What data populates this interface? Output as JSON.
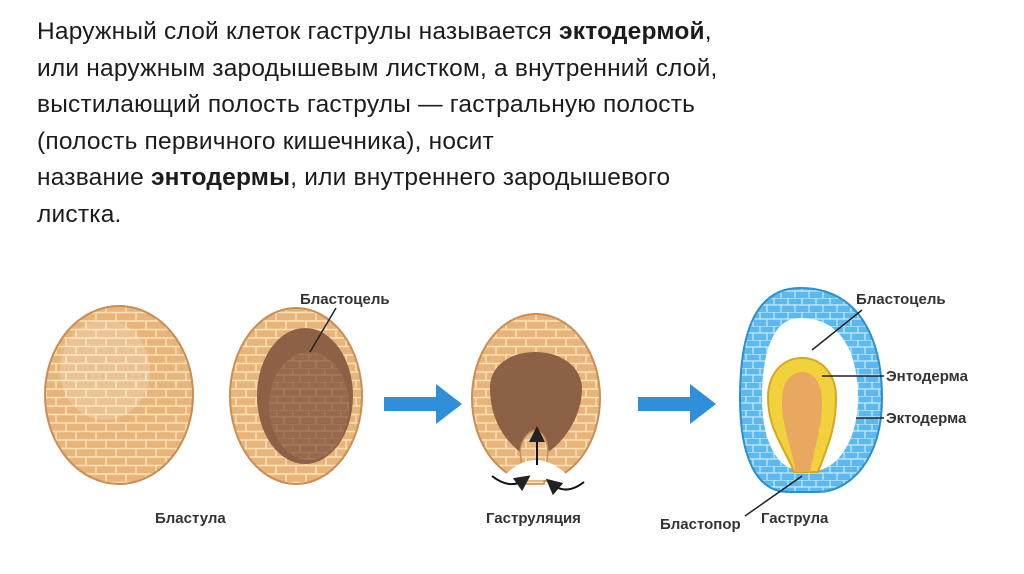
{
  "text": {
    "line1_a": "Наружный слой клеток гаструлы называется ",
    "line1_bold": "эктодермой",
    "line1_b": ",",
    "line2": "или наружным зародышевым листком, а внутренний слой,",
    "line3": "выстилающий полость гаструлы — гастральную полость",
    "line4": "(полость первичного кишечника), носит",
    "line5_a": "название ",
    "line5_bold": "энтодермы",
    "line5_b": ", или внутреннего зародышевого",
    "line6": "листка."
  },
  "figure": {
    "label_blastocoel_1": "Бластоцель",
    "label_blastula": "Бластула",
    "label_gastrulation": "Гаструляция",
    "label_blastocoel_2": "Бластоцель",
    "label_entoderm": "Энтодерма",
    "label_ectoderm": "Эктодерма",
    "label_blastopore": "Бластопор",
    "label_gastrula": "Гаструла"
  },
  "colors": {
    "cell_fill": "#e7b57c",
    "cell_outline": "#ffe2b4",
    "inner_cavity": "#8d6146",
    "arrow": "#2f8fd8",
    "ectoderm": "#54b3ea",
    "entoderm": "#f2d23c",
    "archenteron": "#e9a860"
  }
}
